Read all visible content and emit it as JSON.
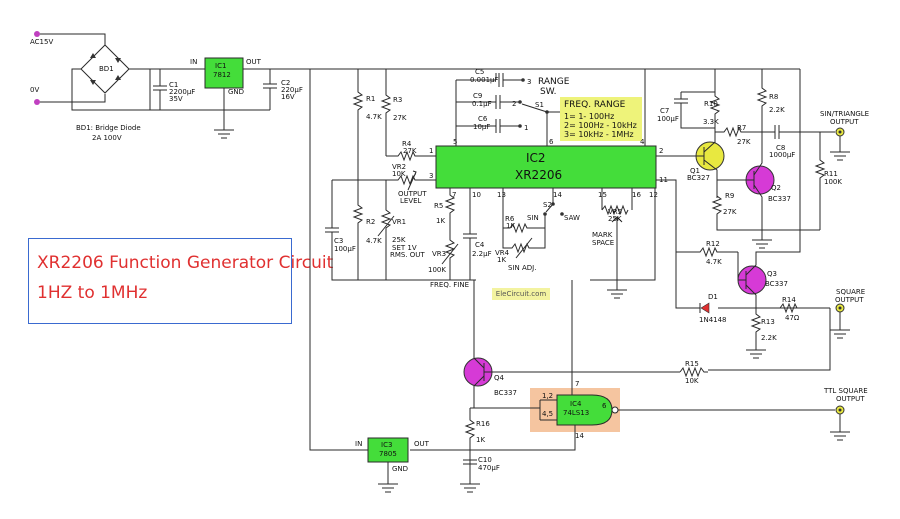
{
  "title": {
    "line1": "XR2206 Function Generator Circuit",
    "line2": "1HZ to 1MHz"
  },
  "watermark": "EleCircuit.com",
  "power": {
    "ac_top": "AC15V",
    "ac_bottom": "0V",
    "bridge": "BD1",
    "bridge_note1": "BD1: Bridge Diode",
    "bridge_note2": "2A  100V",
    "c1": "C1",
    "c1_v1": "2200µF",
    "c1_v2": "35V",
    "ic1": "IC1",
    "ic1_part": "7812",
    "in": "IN",
    "out": "OUT",
    "gnd": "GND",
    "c2": "C2",
    "c2_v1": "220µF",
    "c2_v2": "16V"
  },
  "range": {
    "c5": "C5",
    "c5_v": "0.001µF",
    "c9": "C9",
    "c9_v": "0.1µF",
    "c6": "C6",
    "c6_v": "10µF",
    "label1": "RANGE",
    "label2": "SW.",
    "s1": "S1",
    "p1": "1",
    "p2": "2",
    "p3": "3",
    "box_title": "FREQ. RANGE",
    "box1": "1= 1- 100Hz",
    "box2": "2= 100Hz - 10kHz",
    "box3": "3= 10kHz - 1MHz"
  },
  "left_parts": {
    "r1": "R1",
    "r1_v": "4.7K",
    "r3": "R3",
    "r3_v": "27K",
    "r4": "R4",
    "r4_v": "27K",
    "vr2": "VR2",
    "vr2_v": "10K",
    "vr2_l1": "OUTPUT",
    "vr2_l2": "LEVEL",
    "r2": "R2",
    "r2_v": "4.7K",
    "vr1": "VR1",
    "vr1_v": "25K",
    "vr1_l1": "SET  1V",
    "vr1_l2": "RMS. OUT",
    "c3": "C3",
    "c3_v": "100µF",
    "r5": "R5",
    "r5_v": "1K",
    "vr3": "VR3",
    "vr3_v": "100K",
    "freq_fine": "FREQ. FINE",
    "c4": "C4",
    "c4_v": "2.2µF"
  },
  "ic2": {
    "name": "IC2",
    "part": "XR2206",
    "pins": {
      "p1": "1",
      "p2": "2",
      "p3": "3",
      "p4": "4",
      "p5": "5",
      "p6": "6",
      "p7": "7",
      "p10": "10",
      "p11": "11",
      "p12": "12",
      "p13": "13",
      "p14": "14",
      "p15": "15",
      "p16": "16"
    }
  },
  "sin_adj": {
    "s2": "S2",
    "sin": "SIN",
    "saw": "SAW",
    "r6": "R6",
    "r6_v": "1K",
    "vr4": "VR4",
    "vr4_v": "1K",
    "label": "SIN  ADJ.",
    "vr5": "VR5",
    "vr5_v": "25K",
    "mark1": "MARK",
    "mark2": "SPACE"
  },
  "output_stage": {
    "c7": "C7",
    "c7_v": "100µF",
    "r10": "R10",
    "r10_v": "3.3K",
    "r8": "R8",
    "r8_v": "2.2K",
    "r7": "R7",
    "r7_v": "27K",
    "c8": "C8",
    "c8_v": "1000µF",
    "sin_out1": "SIN/TRIANGLE",
    "sin_out2": "OUTPUT",
    "q1": "Q1",
    "q1_v": "BC327",
    "q2": "Q2",
    "q2_v": "BC337",
    "r9": "R9",
    "r9_v": "27K",
    "r11": "R11",
    "r11_v": "100K",
    "r12": "R12",
    "r12_v": "4.7K",
    "q3": "Q3",
    "q3_v": "BC337",
    "d1": "D1",
    "d1_v": "1N4148",
    "r14": "R14",
    "r14_v": "47Ω",
    "r13": "R13",
    "r13_v": "2.2K",
    "sq_out1": "SQUARE",
    "sq_out2": "OUTPUT"
  },
  "ttl_stage": {
    "q4": "Q4",
    "q4_v": "BC337",
    "r15": "R15",
    "r15_v": "10K",
    "ic4": "IC4",
    "ic4_part": "74LS13",
    "pin12": "1,2",
    "pin45": "4,5",
    "pin6": "6",
    "pin7": "7",
    "pin14": "14",
    "ttl1": "TTL  SQUARE",
    "ttl2": "OUTPUT",
    "r16": "R16",
    "r16_v": "1K",
    "ic3": "IC3",
    "ic3_part": "7805",
    "in": "IN",
    "out": "OUT",
    "gnd": "GND",
    "c10": "C10",
    "c10_v": "470µF"
  },
  "colors": {
    "ic_green": "#44dd3a",
    "transistor_magenta": "#d63ad6",
    "title_red": "#e03030",
    "range_box": "#eef37a",
    "ic4_highlight": "#f5c5a0"
  }
}
